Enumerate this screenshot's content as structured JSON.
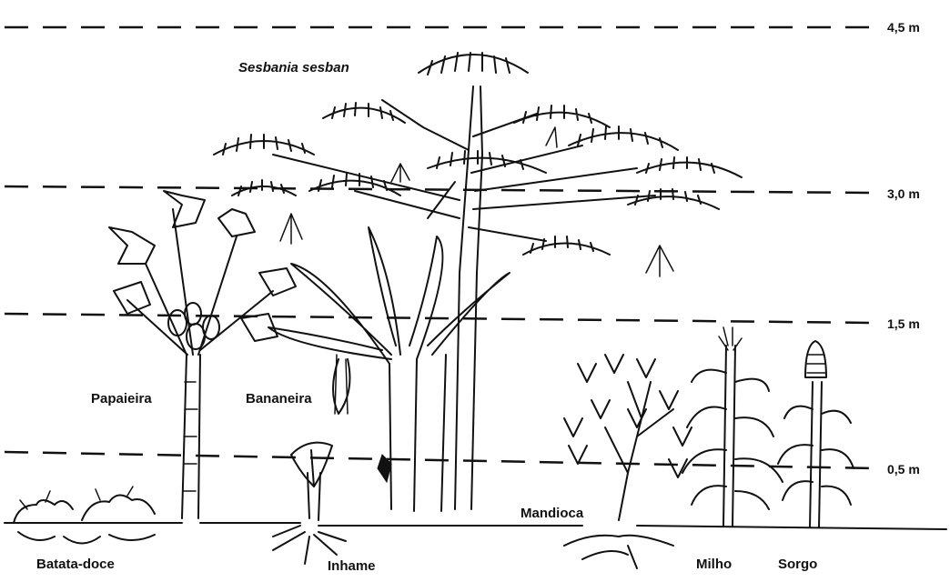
{
  "height_markers": [
    {
      "label": "4,5 m"
    },
    {
      "label": "3,0 m"
    },
    {
      "label": "1,5 m"
    },
    {
      "label": "0,5 m"
    }
  ],
  "plants": {
    "sesbania": "Sesbania sesban",
    "papaieira": "Papaieira",
    "bananeira": "Bananeira",
    "batata_doce": "Batata-doce",
    "inhame": "Inhame",
    "mandioca": "Mandioca",
    "milho": "Milho",
    "sorgo": "Sorgo"
  }
}
